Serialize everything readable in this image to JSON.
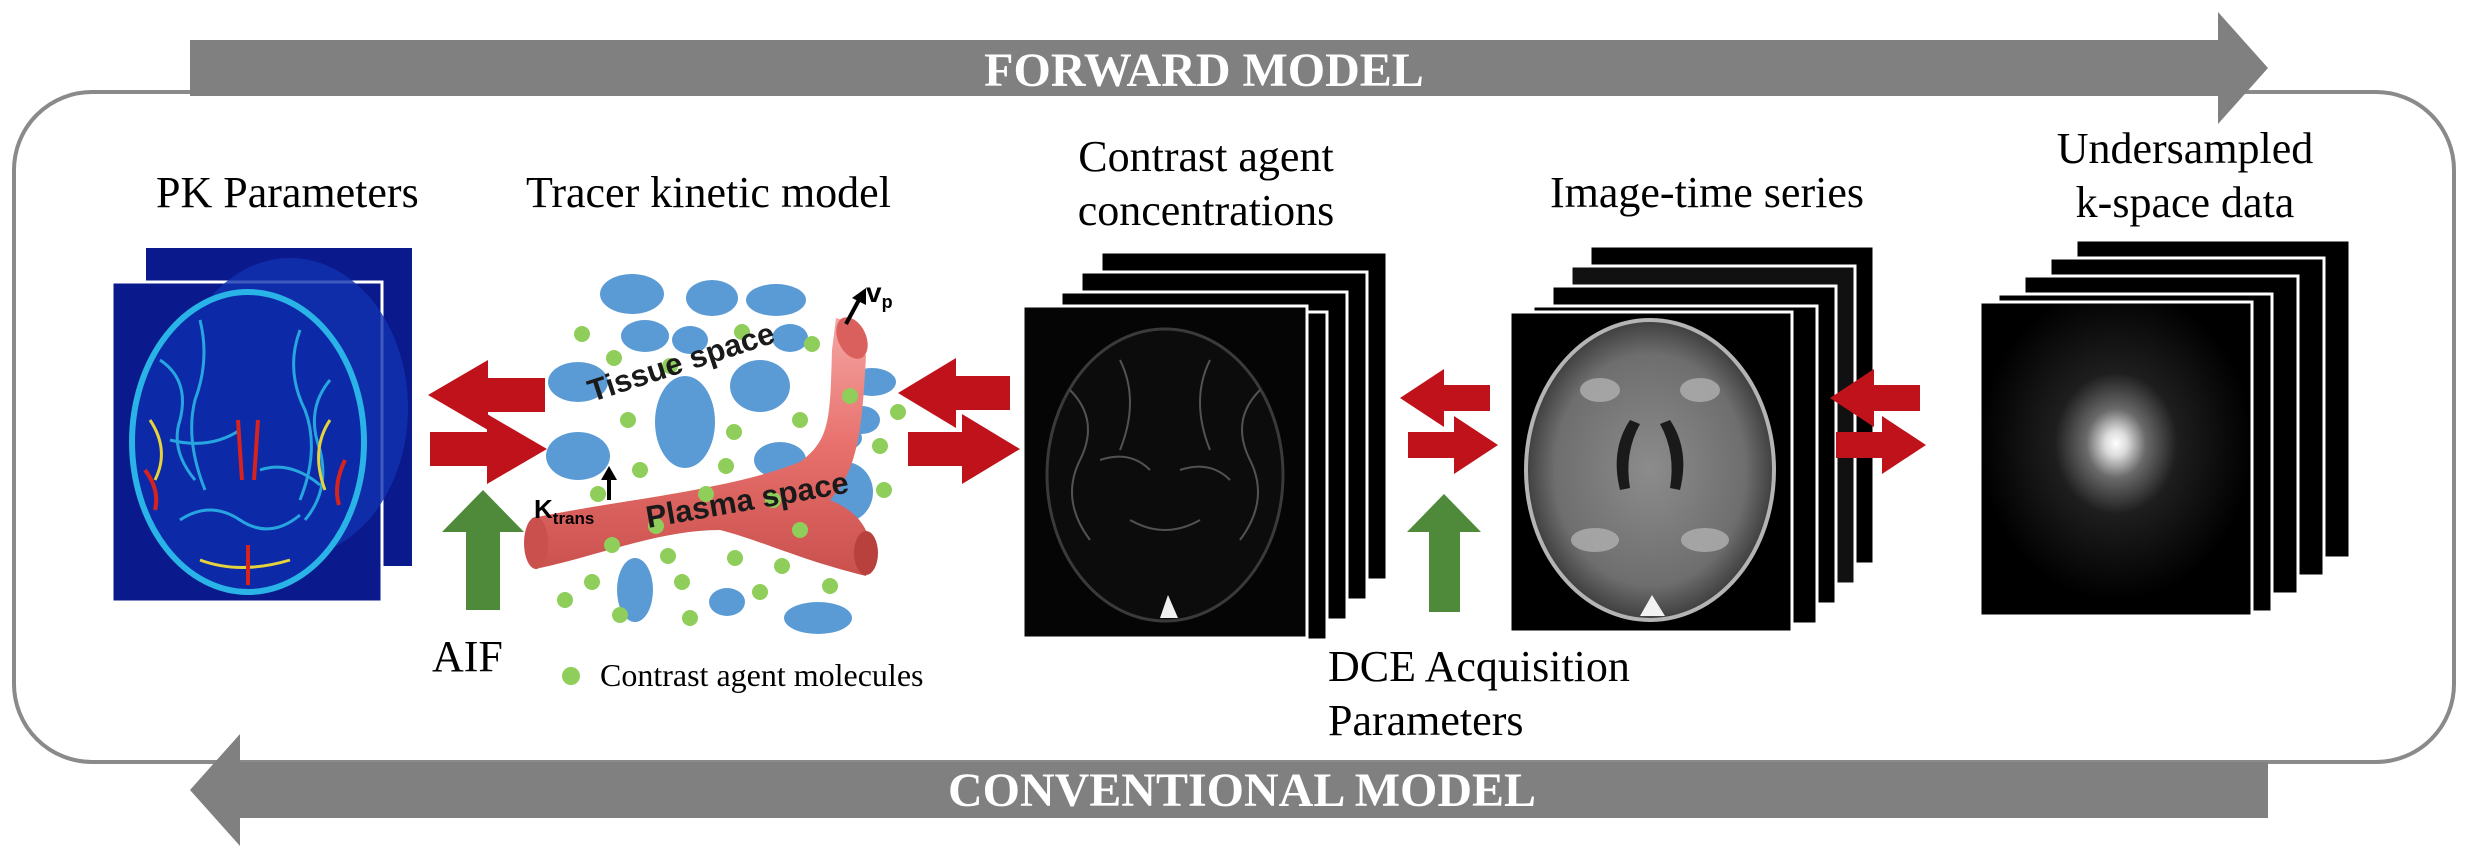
{
  "banners": {
    "forward": "FORWARD MODEL",
    "conventional": "CONVENTIONAL MODEL"
  },
  "stages": {
    "pk": {
      "title": "PK Parameters"
    },
    "tracer": {
      "title": "Tracer kinetic model",
      "tissue_space": "Tissue space",
      "plasma_space": "Plasma space",
      "ktrans_main": "K",
      "ktrans_sub": "trans",
      "vp_main": "v",
      "vp_sub": "p",
      "legend": "Contrast agent molecules"
    },
    "concentrations": {
      "title_line1": "Contrast agent",
      "title_line2": "concentrations"
    },
    "image_series": {
      "title": "Image-time series"
    },
    "kspace": {
      "title_line1": "Undersampled",
      "title_line2": "k-space data"
    }
  },
  "inputs": {
    "aif": "AIF",
    "dce_line1": "DCE Acquisition",
    "dce_line2": "Parameters"
  },
  "colors": {
    "banner": "#808080",
    "frame": "#8a8a8a",
    "red_arrow": "#c0121a",
    "green_arrow": "#4e8a3a",
    "blue_cell": "#5b9bd5",
    "green_dot": "#8fce5b",
    "vessel": "#e8706c",
    "pk_map_bg": "#0a1a8c"
  }
}
